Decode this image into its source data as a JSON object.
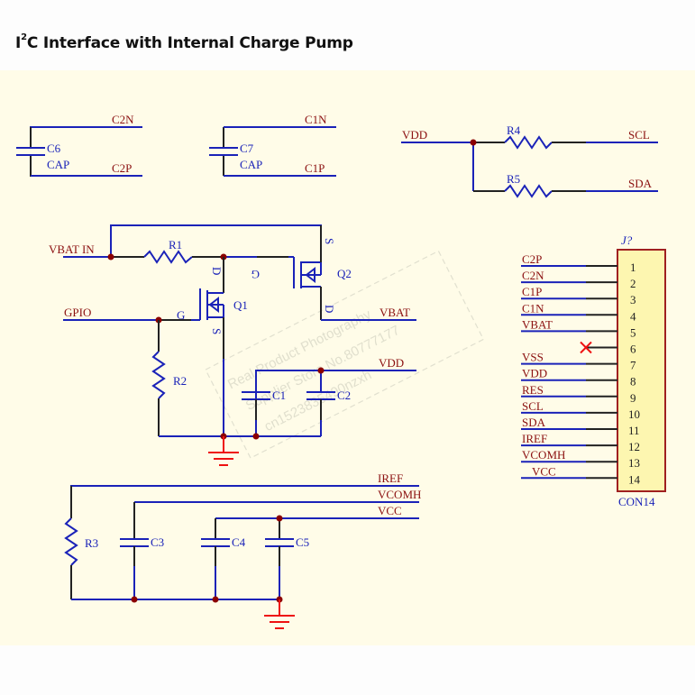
{
  "title": {
    "prefix": "I",
    "sup": "2",
    "rest": "C Interface with Internal Charge Pump"
  },
  "colors": {
    "sheet": "#fffce8",
    "wire": "#1a22b8",
    "net_label": "#8b1010",
    "ground": "#ee1111",
    "junction": "#8b0000",
    "connector_fill": "#fdf6b0",
    "connector_border": "#a02020"
  },
  "pump_caps": [
    {
      "ref": "C6",
      "value": "CAP",
      "top_net": "C2N",
      "bottom_net": "C2P"
    },
    {
      "ref": "C7",
      "value": "CAP",
      "top_net": "C1N",
      "bottom_net": "C1P"
    }
  ],
  "pullups": {
    "supply": "VDD",
    "resistors": [
      {
        "ref": "R4",
        "net": "SCL"
      },
      {
        "ref": "R5",
        "net": "SDA"
      }
    ]
  },
  "power_switch": {
    "input_net": "VBAT IN",
    "output_net": "VBAT",
    "control_net": "GPIO",
    "resistors": [
      {
        "ref": "R1"
      },
      {
        "ref": "R2"
      }
    ],
    "transistors": [
      {
        "ref": "Q1",
        "pins": {
          "gate": "G",
          "drain": "D",
          "source": "S"
        }
      },
      {
        "ref": "Q2",
        "pins": {
          "gate": "G",
          "drain": "D",
          "source": "S"
        }
      }
    ],
    "decoupling": {
      "net": "VDD",
      "caps": [
        "C1",
        "C2"
      ]
    }
  },
  "bias_network": {
    "nets": [
      "IREF",
      "VCOMH",
      "VCC"
    ],
    "resistor": "R3",
    "caps": [
      "C3",
      "C4",
      "C5"
    ]
  },
  "connector": {
    "designator": "J?",
    "part": "CON14",
    "pins": [
      {
        "num": "1",
        "net": "C2P"
      },
      {
        "num": "2",
        "net": "C2N"
      },
      {
        "num": "3",
        "net": "C1P"
      },
      {
        "num": "4",
        "net": "C1N"
      },
      {
        "num": "5",
        "net": "VBAT"
      },
      {
        "num": "6",
        "net": "",
        "no_connect": true
      },
      {
        "num": "7",
        "net": "VSS"
      },
      {
        "num": "8",
        "net": "VDD"
      },
      {
        "num": "9",
        "net": "RES"
      },
      {
        "num": "10",
        "net": "SCL"
      },
      {
        "num": "11",
        "net": "SDA"
      },
      {
        "num": "12",
        "net": "IREF"
      },
      {
        "num": "13",
        "net": "VCOMH"
      },
      {
        "num": "14",
        "net": "VCC"
      }
    ]
  },
  "watermark": {
    "line1": "Real Product Photography",
    "line2": "Supplier Store No.80777177",
    "line3": "cn1523835490nzxh"
  }
}
